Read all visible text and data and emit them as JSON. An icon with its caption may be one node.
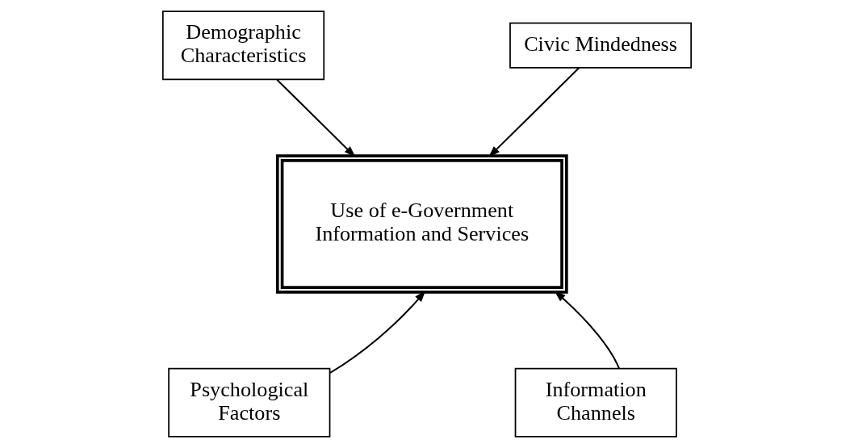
{
  "diagram": {
    "nodes": [
      {
        "text": [
          "Demographic Characteristics"
        ]
      },
      {
        "text": [
          "Civic Mindedness"
        ]
      },
      {
        "text": [
          "Use of e-Government Information and Services"
        ]
      },
      {
        "text": [
          "Psychological Factors"
        ]
      },
      {
        "text": [
          "Information Channels"
        ]
      }
    ],
    "edges": [
      {
        "from": 0,
        "to": 2,
        "arrow": "to"
      },
      {
        "from": 1,
        "to": 2,
        "arrow": "to"
      },
      {
        "from": 3,
        "to": 2,
        "arrow": "to"
      },
      {
        "from": 4,
        "to": 2,
        "arrow": "to"
      }
    ]
  }
}
